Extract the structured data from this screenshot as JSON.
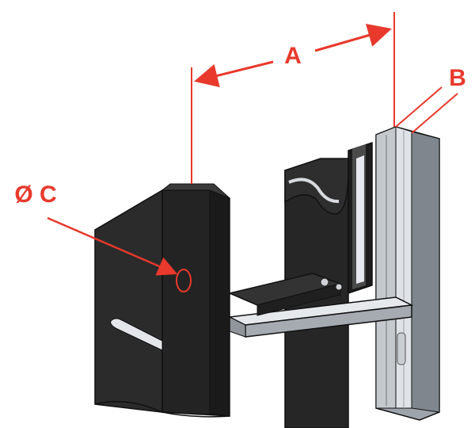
{
  "labels": {
    "a": "A",
    "b": "B",
    "c": "Ø C"
  },
  "colors": {
    "annotation": "#e8392c",
    "dark_part": "#2b2b2b",
    "dark_part_shade": "#1a1a1a",
    "dark_part_light": "#3a3a3a",
    "metal": "#b7bcc2",
    "metal_dark": "#8c9298",
    "metal_light": "#dde1e5",
    "outline": "#111111",
    "background": "#ffffff"
  }
}
